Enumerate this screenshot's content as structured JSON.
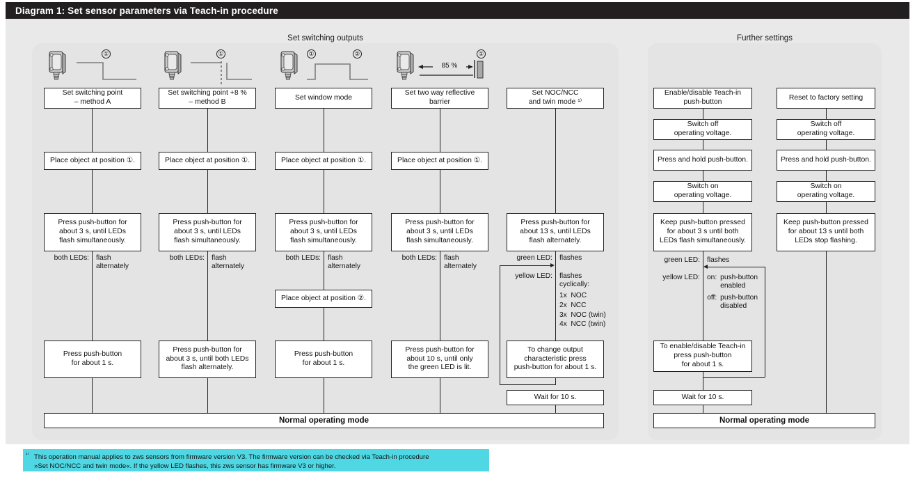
{
  "title": "Diagram 1:  Set sensor parameters via Teach-in procedure",
  "panels": {
    "left_label": "Set switching outputs",
    "right_label": "Further settings"
  },
  "normal_mode_label": "Normal operating mode",
  "columns": [
    {
      "id": "method-a",
      "header": "Set switching point\n– method A",
      "icon": "sensor-icon",
      "wave": "step-down-with-marker-1",
      "markers": [
        "①"
      ],
      "steps": [
        "Place object at position ①.",
        "Press push-button for\nabout 3 s, until LEDs\nflash simultaneously.",
        "Press push-button\nfor about 1 s."
      ],
      "led": {
        "label": "both LEDs:",
        "value": "flash\nalternately"
      }
    },
    {
      "id": "method-b",
      "header": "Set switching point +8 %\n– method B",
      "icon": "sensor-icon",
      "wave": "step-down-dashed-with-marker-1",
      "markers": [
        "①"
      ],
      "steps": [
        "Place object at position ①.",
        "Press push-button for\nabout 3 s, until LEDs\nflash simultaneously.",
        "Press push-button for\nabout 3 s, until both LEDs\nflash alternately."
      ],
      "led": {
        "label": "both LEDs:",
        "value": "flash\nalternately"
      }
    },
    {
      "id": "window-mode",
      "header": "Set window mode",
      "icon": "sensor-icon",
      "wave": "pulse-with-markers-1-2",
      "markers": [
        "①",
        "②"
      ],
      "steps": [
        "Place object at position ①.",
        "Press push-button for\nabout 3 s, until LEDs\nflash simultaneously.",
        "Place object at position ②.",
        "Press push-button\nfor about 1 s."
      ],
      "led": {
        "label": "both LEDs:",
        "value": "flash\nalternately"
      }
    },
    {
      "id": "two-way-reflective",
      "header": "Set two way reflective\nbarrier",
      "icon": "sensor-icon",
      "wave": "reflector-85-percent",
      "wave_label": "85 %",
      "markers": [
        "①"
      ],
      "steps": [
        "Place object at position ①.",
        "Press push-button for\nabout 3 s, until LEDs\nflash simultaneously.",
        "Press push-button for\nabout 10 s, until only\nthe green LED is lit."
      ],
      "led": {
        "label": "both LEDs:",
        "value": "flash\nalternately"
      }
    },
    {
      "id": "noc-ncc-twin",
      "header": "Set NOC/NCC\nand twin mode ¹⁾",
      "icon": "none",
      "steps": [
        "Press push-button for\nabout 13 s, until LEDs\nflash alternately.",
        "To change output\ncharacteristic press\npush-button for about 1 s.",
        "Wait for 10 s."
      ],
      "led_green": {
        "label": "green LED:",
        "value": "flashes"
      },
      "led_yellow": {
        "label": "yellow LED:",
        "value": "flashes\ncyclically:"
      },
      "cycles": [
        "1x  NOC",
        "2x  NCC",
        "3x  NOC (twin)",
        "4x  NCC (twin)"
      ]
    }
  ],
  "right_columns": [
    {
      "id": "enable-disable-teachin",
      "header": "Enable/disable Teach-in\npush-button",
      "steps": [
        "Switch off\noperating voltage.",
        "Press and hold push-button.",
        "Switch on\noperating voltage.",
        "Keep push-button pressed\nfor about 3 s until both\nLEDs flash simultaneously.",
        "To enable/disable Teach-in\npress push-button\nfor about 1 s.",
        "Wait for 10 s."
      ],
      "led_green": {
        "label": "green LED:",
        "value": "flashes"
      },
      "led_yellow": {
        "label": "yellow LED:",
        "value": ""
      },
      "states": [
        {
          "k": "on:",
          "v": "push-button\nenabled"
        },
        {
          "k": "off:",
          "v": "push-button\ndisabled"
        }
      ]
    },
    {
      "id": "reset-factory",
      "header": "Reset to factory setting",
      "steps": [
        "Switch off\noperating voltage.",
        "Press and hold push-button.",
        "Switch on\noperating voltage.",
        "Keep push-button pressed\nfor about 13 s until both\nLEDs stop flashing."
      ]
    }
  ],
  "footnote": {
    "marker": "¹⁾",
    "line1": "This operation manual applies to zws sensors from firmware version V3. The firmware version can be checked via Teach-in procedure",
    "line2": "»Set NOC/NCC and twin mode«. If the yellow LED flashes, this zws sensor has firmware V3 or higher."
  },
  "colors": {
    "title_bar": "#231f20",
    "panel": "#e4e4e4",
    "page": "#e9e9e9",
    "footnote_highlight": "#4fd8e4",
    "line": "#231f20"
  }
}
